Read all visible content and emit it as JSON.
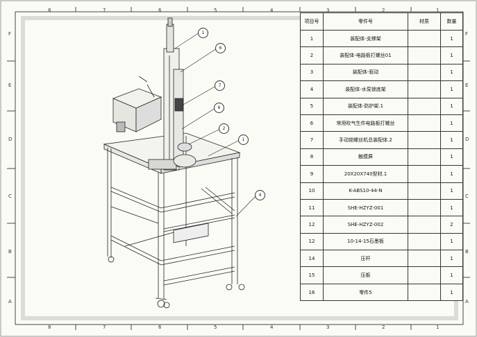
{
  "sheet": {
    "top_zones": [
      "8",
      "7",
      "6",
      "5",
      "4",
      "3",
      "2",
      "1"
    ],
    "bottom_zones": [
      "8",
      "7",
      "6",
      "5",
      "4",
      "3",
      "2",
      "1"
    ],
    "left_zones": [
      "F",
      "E",
      "D",
      "C",
      "B",
      "A"
    ],
    "right_zones": [
      "F",
      "E",
      "D",
      "C",
      "B",
      "A"
    ]
  },
  "bom": {
    "headers": [
      "项目号",
      "零件号",
      "材质",
      "数量"
    ],
    "rows": [
      {
        "item": "1",
        "part": "装配体-支撑架",
        "material": "",
        "qty": "1"
      },
      {
        "item": "2",
        "part": "装配体-电路板打螺丝01",
        "material": "",
        "qty": "1"
      },
      {
        "item": "3",
        "part": "装配体-驱动",
        "material": "",
        "qty": "1"
      },
      {
        "item": "4",
        "part": "装配体-水泵锁底架",
        "material": "",
        "qty": "1"
      },
      {
        "item": "5",
        "part": "装配体-防护架.1",
        "material": "",
        "qty": "1"
      },
      {
        "item": "6",
        "part": "常用吹气生件电路板打螺丝",
        "material": "",
        "qty": "1"
      },
      {
        "item": "7",
        "part": "手动锁螺丝机总装配体.2",
        "material": "",
        "qty": "1"
      },
      {
        "item": "8",
        "part": "触摸屏",
        "material": "",
        "qty": "1"
      },
      {
        "item": "9",
        "part": "20X20X740型材.1",
        "material": "",
        "qty": "1"
      },
      {
        "item": "10",
        "part": "K-ABS10-44-N",
        "material": "",
        "qty": "1"
      },
      {
        "item": "11",
        "part": "SHE-HZYZ-001",
        "material": "",
        "qty": "1"
      },
      {
        "item": "12",
        "part": "SHE-HZYZ-002",
        "material": "",
        "qty": "2"
      },
      {
        "item": "12",
        "part": "10-14-15石墨板",
        "material": "",
        "qty": "1"
      },
      {
        "item": "14",
        "part": "压杆",
        "material": "",
        "qty": "1"
      },
      {
        "item": "15",
        "part": "压板",
        "material": "",
        "qty": "1"
      },
      {
        "item": "16",
        "part": "零件5",
        "material": "",
        "qty": "1"
      }
    ]
  },
  "callouts": [
    "1",
    "6",
    "7",
    "6",
    "2",
    "1",
    "4"
  ]
}
